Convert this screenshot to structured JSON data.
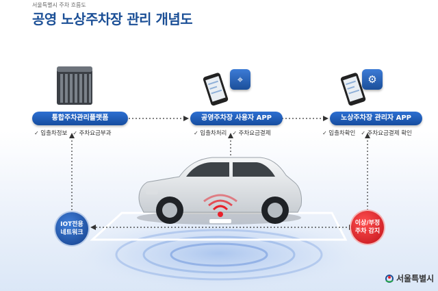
{
  "breadcrumb": "서울특별시 주차 흐름도",
  "title": "공영 노상주차장 관리 개념도",
  "nodes": {
    "platform": {
      "label": "통합주차관리플랫폼",
      "features": [
        "입출차정보",
        "주차요금부과"
      ],
      "icon": "server-rack-icon"
    },
    "user_app": {
      "label": "공영주차장 사용자 APP",
      "features": [
        "입출차처리",
        "주차요금결제"
      ],
      "icon": "map-pin-icon"
    },
    "manager_app": {
      "label": "노상주차장 관리자 APP",
      "features": [
        "입출차확인",
        "주차요금결제 확인"
      ],
      "icon": "gear-icon"
    }
  },
  "iot": {
    "line1": "IOT전용",
    "line2": "네트워크"
  },
  "alert": {
    "line1": "이상/부정",
    "line2": "주차 감지"
  },
  "logo": {
    "text": "서울특별시"
  },
  "colors": {
    "primary": "#1b4f96",
    "pill": "#1a56b0",
    "alert": "#d3161f",
    "sensor": "#e8202a"
  }
}
